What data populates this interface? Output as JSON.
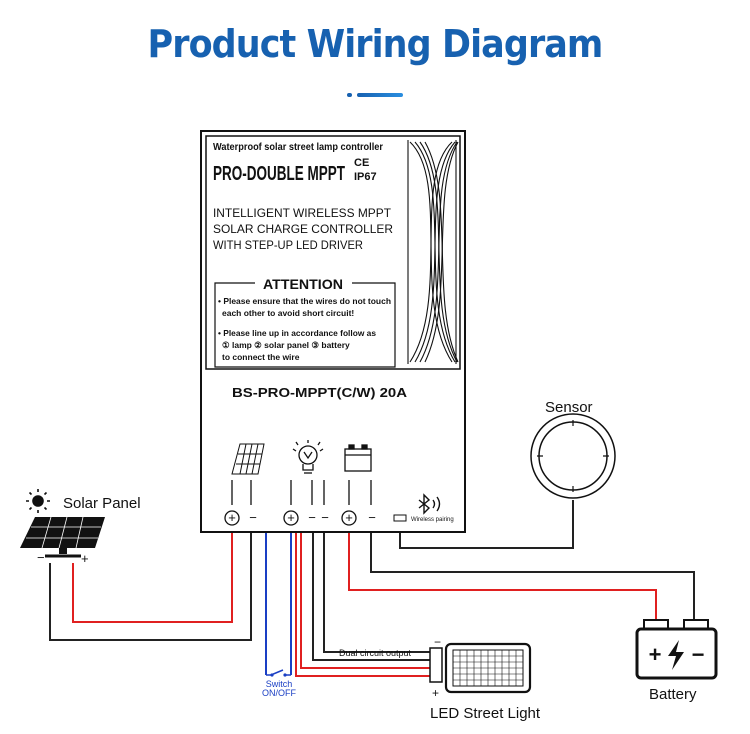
{
  "header": {
    "title": "Product Wiring Diagram"
  },
  "controller": {
    "subtitle": "Waterproof solar street lamp controller",
    "brand": "PRO-DOUBLE MPPT",
    "cert_ce": "CE",
    "cert_ip": "IP67",
    "desc_lines": [
      "INTELLIGENT WIRELESS MPPT",
      "SOLAR CHARGE CONTROLLER",
      "WITH STEP-UP LED DRIVER"
    ],
    "attention_title": "ATTENTION",
    "attention_lines": [
      "• Please ensure that the wires do not touch",
      "each other to avoid short circuit!",
      "• Please line up in accordance follow as",
      "① lamp ② solar panel ③ battery",
      "to connect the wire"
    ],
    "model": "BS-PRO-MPPT(C/W) 20A",
    "terminal_signs": [
      "+",
      "−",
      "+",
      "−",
      "−",
      "+",
      "−"
    ],
    "wireless_label": "Wireless pairing"
  },
  "components": {
    "solar_panel": "Solar Panel",
    "solar_minus": "−",
    "solar_plus": "+",
    "sensor": "Sensor",
    "battery": "Battery",
    "led": "LED Street Light",
    "dual_output": "Dual circuit output",
    "switch_line1": "Switch",
    "switch_line2": "ON/OFF",
    "led_minus": "−",
    "led_plus": "+",
    "battery_plus": "+",
    "battery_minus": "−"
  },
  "colors": {
    "title": "#1761b0",
    "positive_wire": "#e02020",
    "negative_wire": "#222222",
    "switch_wire": "#1a3fc4"
  }
}
